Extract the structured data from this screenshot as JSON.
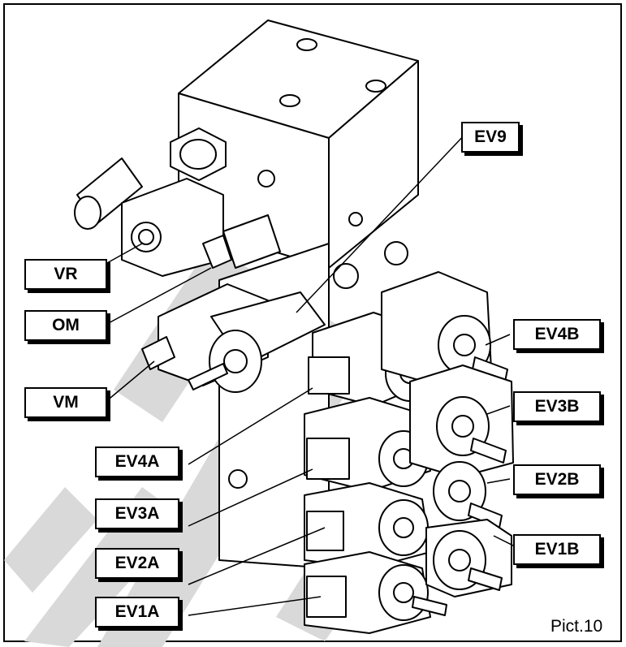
{
  "labels": {
    "ev9": "EV9",
    "vr": "VR",
    "om": "OM",
    "vm": "VM",
    "ev4a": "EV4A",
    "ev3a": "EV3A",
    "ev2a": "EV2A",
    "ev1a": "EV1A",
    "ev4b": "EV4B",
    "ev3b": "EV3B",
    "ev2b": "EV2B",
    "ev1b": "EV1B"
  },
  "caption": "Pict.10",
  "colors": {
    "line": "#000000",
    "paper": "#ffffff",
    "watermark": "#d9d9d9"
  }
}
